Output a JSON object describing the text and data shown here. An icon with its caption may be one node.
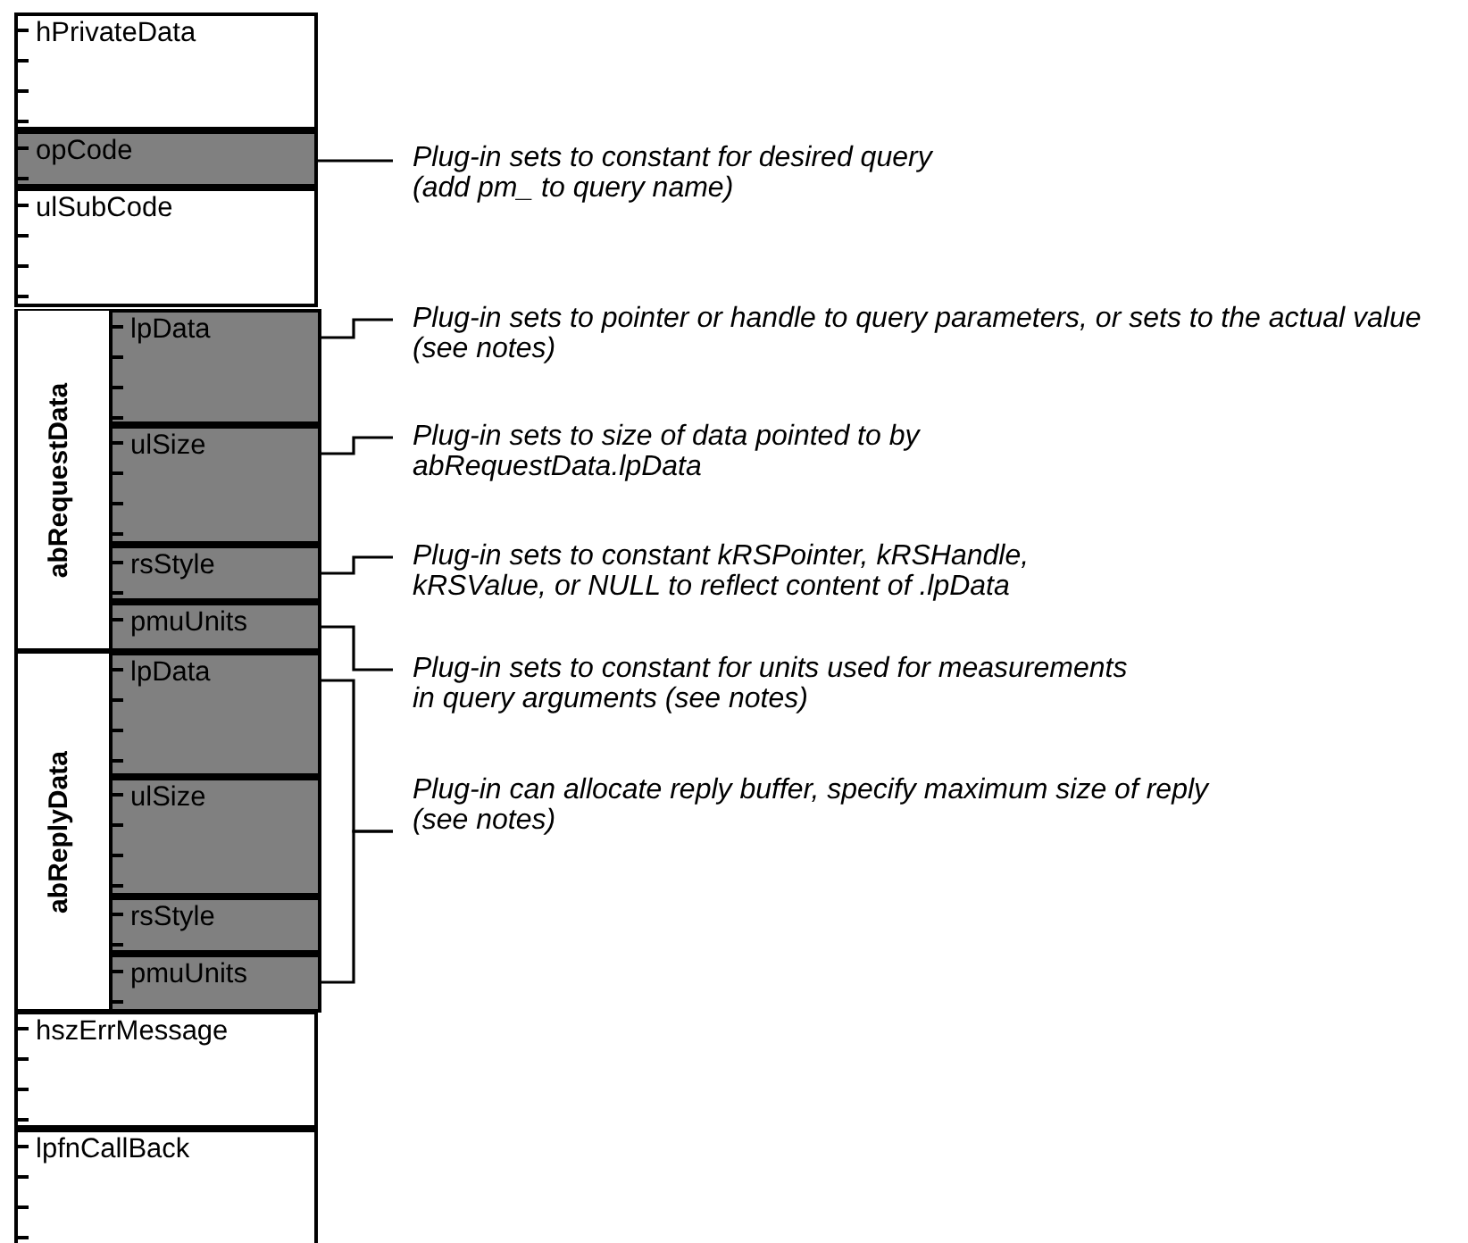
{
  "diagram": {
    "nodes": [
      {
        "text": [
          "hPrivateData"
        ]
      },
      {
        "text": [
          "opCode"
        ]
      },
      {
        "text": [
          "ulSubCode"
        ]
      },
      {
        "text": [
          "abRequestData"
        ]
      },
      {
        "text": [
          "lpData"
        ],
        "in": 3
      },
      {
        "text": [
          "ulSize"
        ],
        "in": 3
      },
      {
        "text": [
          "rsStyle"
        ],
        "in": 3
      },
      {
        "text": [
          "pmuUnits"
        ],
        "in": 3
      },
      {
        "text": [
          "abReplyData"
        ]
      },
      {
        "text": [
          "lpData"
        ],
        "in": 8
      },
      {
        "text": [
          "ulSize"
        ],
        "in": 8
      },
      {
        "text": [
          "rsStyle"
        ],
        "in": 8
      },
      {
        "text": [
          "pmuUnits"
        ],
        "in": 8
      },
      {
        "text": [
          "hszErrMessage"
        ]
      },
      {
        "text": [
          "lpfnCallBack"
        ]
      },
      {
        "text": [
          "Plug-in sets to constant for desired query (add pm_ to query name)"
        ]
      },
      {
        "text": [
          "Plug-in sets to pointer or handle to query parameters, or sets to the actual value (see notes)"
        ]
      },
      {
        "text": [
          "Plug-in sets to size of data pointed to by abRequestData.lpData"
        ]
      },
      {
        "text": [
          "Plug-in sets to constant kRSPointer, kRSHandle, kRSValue, or NULL to reflect content of .lpData"
        ]
      },
      {
        "text": [
          "Plug-in sets to constant for units used for measurements in query arguments (see notes)"
        ]
      },
      {
        "text": [
          "Plug-in can allocate reply buffer, specify maximum size of reply (see notes)"
        ]
      }
    ],
    "edges": [
      {
        "from": 1,
        "to": 15,
        "arrow": "none"
      },
      {
        "from": 4,
        "to": 16,
        "arrow": "none"
      },
      {
        "from": 5,
        "to": 17,
        "arrow": "none"
      },
      {
        "from": 6,
        "to": 18,
        "arrow": "none"
      },
      {
        "from": 7,
        "to": 19,
        "arrow": "none"
      },
      {
        "from": 9,
        "to": 20,
        "arrow": "none"
      },
      {
        "from": 12,
        "to": 20,
        "arrow": "none"
      }
    ]
  }
}
